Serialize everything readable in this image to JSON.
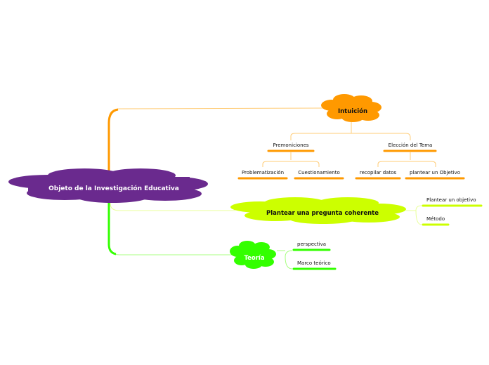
{
  "colors": {
    "purple": "#6a2a8e",
    "orange": "#ff9900",
    "lime": "#ccff00",
    "green": "#33ff00",
    "connector_orange": "#ffcc77",
    "connector_lime": "#e8ff99",
    "connector_green": "#a8ff80"
  },
  "central": {
    "label": "Objeto de la Investigación Educativa"
  },
  "intuicion": {
    "label": "Intuición",
    "premoniciones": {
      "label": "Premoniciones",
      "children": [
        "Problematización",
        "Cuestionamiento"
      ]
    },
    "eleccion": {
      "label": "Elección del Tema",
      "children": [
        "recopilar datos",
        "plantear un Objetivo"
      ]
    }
  },
  "pregunta": {
    "label": "Plantear una pregunta coherente",
    "children": [
      "Plantear un objetivo",
      "Método"
    ]
  },
  "teoria": {
    "label": "Teoría",
    "children": [
      "perspectiva",
      "Marco teórico"
    ]
  }
}
